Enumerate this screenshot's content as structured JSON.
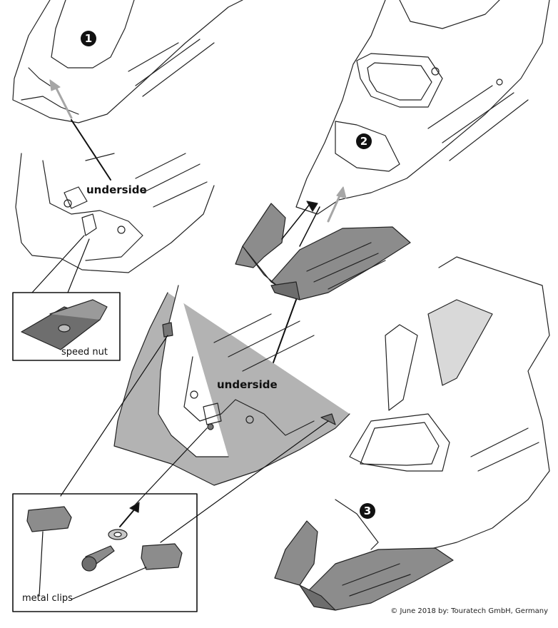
{
  "steps": [
    "1",
    "2",
    "3"
  ],
  "labels": {
    "underside_top": "underside",
    "underside_middle": "underside",
    "speed_nut": "speed nut",
    "metal_clips": "metal clips"
  },
  "copyright": "© June 2018 by: Touratech GmbH, Germany",
  "colors": {
    "part_fill": "#8c8c8c",
    "part_fill_light": "#b3b3b3",
    "line": "#222222",
    "arrow_grey": "#a6a6a6"
  }
}
